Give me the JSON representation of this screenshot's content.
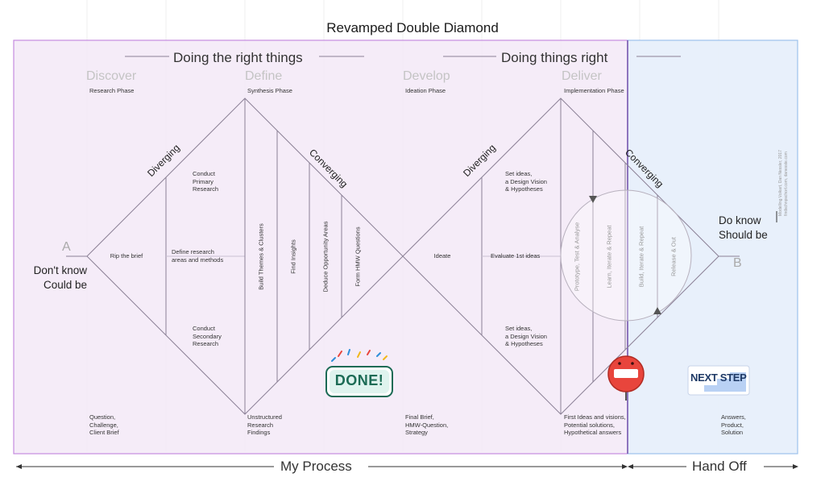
{
  "title": "Revamped Double Diamond",
  "headers": {
    "left": "Doing the right things",
    "right": "Doing things right"
  },
  "phases": [
    {
      "name": "Discover",
      "sub": "Research Phase"
    },
    {
      "name": "Define",
      "sub": "Synthesis Phase"
    },
    {
      "name": "Develop",
      "sub": "Ideation Phase"
    },
    {
      "name": "Deliver",
      "sub": "Implementation Phase"
    }
  ],
  "labels": {
    "diverging_1": "Diverging",
    "converging_1": "Converging",
    "diverging_2": "Diverging",
    "converging_2": "Converging",
    "point_a": "A",
    "point_b": "B",
    "start_line1": "Don't know",
    "start_line2": "Could be",
    "end_line1": "Do know",
    "end_line2": "Should be"
  },
  "d1": {
    "rip": "Rip the brief",
    "primary": [
      "Conduct",
      "Primary",
      "Research"
    ],
    "define_areas": [
      "Define research",
      "areas and methods"
    ],
    "secondary": [
      "Conduct",
      "Secondary",
      "Research"
    ],
    "v1": "Build Themes & Clusters",
    "v2": "Find Insights",
    "v3": "Deduce Opportunity Areas",
    "v4": "Form HMW Questions"
  },
  "d2": {
    "ideate": "Ideate",
    "set_top": [
      "Set ideas,",
      "a Design Vision",
      "& Hypotheses"
    ],
    "evaluate": "Evaluate 1st ideas",
    "set_bottom": [
      "Set ideas,",
      "a Design Vision",
      "& Hypotheses"
    ],
    "v1": "Prototype, Test & Analyse",
    "v2": "Learn, Iterate & Repeat",
    "v3": "Build, Iterate & Repeat",
    "v4": "Release & Out"
  },
  "bottom_notes": {
    "discover": [
      "Question,",
      "Challenge,",
      "Client Brief"
    ],
    "define": [
      "Unstructured",
      "Research",
      "Findings"
    ],
    "develop": [
      "Final Brief,",
      "HMW-Question,",
      "Strategy"
    ],
    "deliver": [
      "First Ideas and visions,",
      "Potential solutions,",
      "Hypothetical answers"
    ],
    "handoff": [
      "Answers,",
      "Product,",
      "Solution"
    ]
  },
  "credit": [
    "Modelling Volkart, Dan Nessler, 2017",
    "findschnpschort.com, danesste.com"
  ],
  "stickers": {
    "done": "DONE!",
    "next": "NEXT STEP"
  },
  "footer": {
    "process": "My Process",
    "handoff": "Hand Off"
  },
  "colors": {
    "process_fill": "#f3e9f7",
    "process_border": "#c48be0",
    "handoff_fill": "#e5eefb",
    "handoff_border": "#9cc0ec",
    "line": "#8b8096",
    "stop_red": "#e8453c",
    "done_green": "#1c6b55"
  }
}
